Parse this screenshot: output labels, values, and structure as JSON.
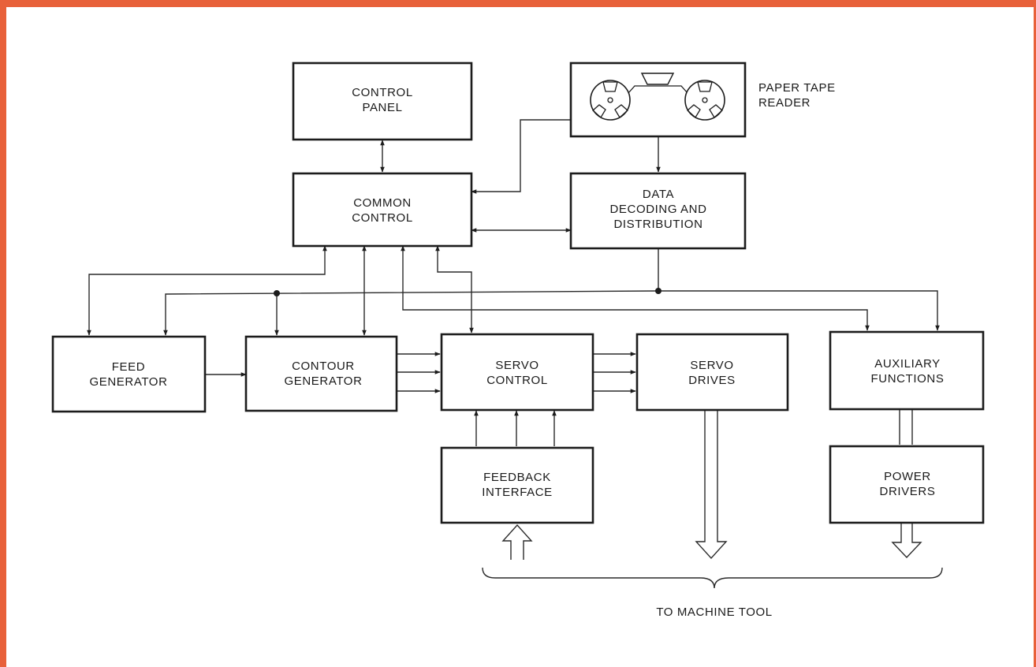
{
  "diagram": {
    "blocks": {
      "control_panel": [
        "CONTROL",
        "PANEL"
      ],
      "common_control": [
        "COMMON",
        "CONTROL"
      ],
      "data_decoding": [
        "DATA",
        "DECODING AND",
        "DISTRIBUTION"
      ],
      "feed_generator": [
        "FEED",
        "GENERATOR"
      ],
      "contour_generator": [
        "CONTOUR",
        "GENERATOR"
      ],
      "servo_control": [
        "SERVO",
        "CONTROL"
      ],
      "servo_drives": [
        "SERVO",
        "DRIVES"
      ],
      "auxiliary_functions": [
        "AUXILIARY",
        "FUNCTIONS"
      ],
      "feedback_interface": [
        "FEEDBACK",
        "INTERFACE"
      ],
      "power_drivers": [
        "POWER",
        "DRIVERS"
      ]
    },
    "paper_tape_reader_label": [
      "PAPER TAPE",
      "READER"
    ],
    "machine_tool_label": "TO MACHINE TOOL"
  },
  "colors": {
    "border": "#e8613a",
    "ink": "#1c1c1c"
  },
  "icons": [
    "tape-reel-icon",
    "tape-head-icon"
  ]
}
